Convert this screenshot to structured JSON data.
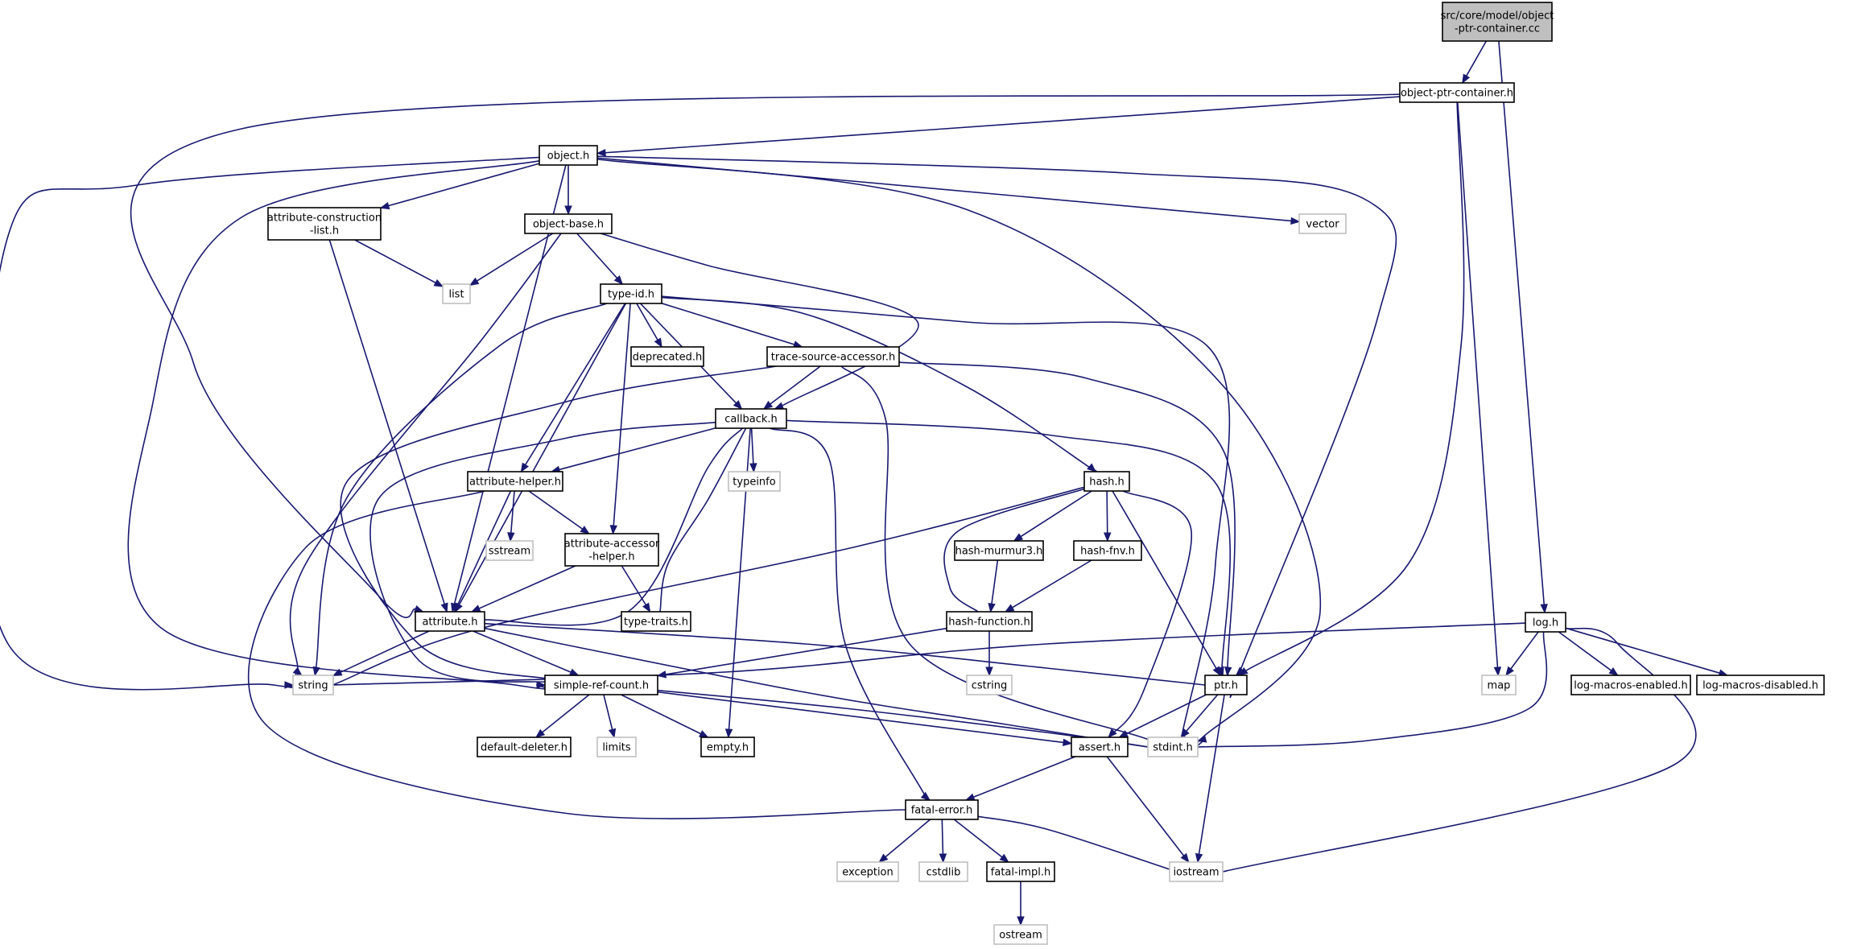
{
  "diagram": {
    "type": "include-dependency-graph",
    "colors": {
      "edge": "#191970",
      "root_fill": "#bfbfbf",
      "node_border": "#000000",
      "system_border": "#bfbfbf"
    },
    "nodes": [
      {
        "id": "root",
        "lines": [
          "src/core/model/object",
          "-ptr-container.cc"
        ],
        "kind": "root"
      },
      {
        "id": "object-ptr-container.h",
        "lines": [
          "object-ptr-container.h"
        ],
        "kind": "header"
      },
      {
        "id": "object.h",
        "lines": [
          "object.h"
        ],
        "kind": "header"
      },
      {
        "id": "log.h",
        "lines": [
          "log.h"
        ],
        "kind": "header"
      },
      {
        "id": "map",
        "lines": [
          "map"
        ],
        "kind": "system"
      },
      {
        "id": "ptr.h",
        "lines": [
          "ptr.h"
        ],
        "kind": "header"
      },
      {
        "id": "attribute.h",
        "lines": [
          "attribute.h"
        ],
        "kind": "header"
      },
      {
        "id": "vector",
        "lines": [
          "vector"
        ],
        "kind": "system"
      },
      {
        "id": "attribute-construction-list.h",
        "lines": [
          "attribute-construction",
          "-list.h"
        ],
        "kind": "header"
      },
      {
        "id": "object-base.h",
        "lines": [
          "object-base.h"
        ],
        "kind": "header"
      },
      {
        "id": "string",
        "lines": [
          "string"
        ],
        "kind": "system"
      },
      {
        "id": "simple-ref-count.h",
        "lines": [
          "simple-ref-count.h"
        ],
        "kind": "header"
      },
      {
        "id": "stdint.h",
        "lines": [
          "stdint.h"
        ],
        "kind": "system"
      },
      {
        "id": "list",
        "lines": [
          "list"
        ],
        "kind": "system"
      },
      {
        "id": "type-id.h",
        "lines": [
          "type-id.h"
        ],
        "kind": "header"
      },
      {
        "id": "callback.h",
        "lines": [
          "callback.h"
        ],
        "kind": "header"
      },
      {
        "id": "deprecated.h",
        "lines": [
          "deprecated.h"
        ],
        "kind": "header"
      },
      {
        "id": "trace-source-accessor.h",
        "lines": [
          "trace-source-accessor.h"
        ],
        "kind": "header"
      },
      {
        "id": "hash.h",
        "lines": [
          "hash.h"
        ],
        "kind": "header"
      },
      {
        "id": "attribute-helper.h",
        "lines": [
          "attribute-helper.h"
        ],
        "kind": "header"
      },
      {
        "id": "attribute-accessor-helper.h",
        "lines": [
          "attribute-accessor",
          "-helper.h"
        ],
        "kind": "header"
      },
      {
        "id": "typeinfo",
        "lines": [
          "typeinfo"
        ],
        "kind": "system"
      },
      {
        "id": "type-traits.h",
        "lines": [
          "type-traits.h"
        ],
        "kind": "header"
      },
      {
        "id": "empty.h",
        "lines": [
          "empty.h"
        ],
        "kind": "header"
      },
      {
        "id": "fatal-error.h",
        "lines": [
          "fatal-error.h"
        ],
        "kind": "header"
      },
      {
        "id": "sstream",
        "lines": [
          "sstream"
        ],
        "kind": "system"
      },
      {
        "id": "hash-murmur3.h",
        "lines": [
          "hash-murmur3.h"
        ],
        "kind": "header"
      },
      {
        "id": "hash-fnv.h",
        "lines": [
          "hash-fnv.h"
        ],
        "kind": "header"
      },
      {
        "id": "hash-function.h",
        "lines": [
          "hash-function.h"
        ],
        "kind": "header"
      },
      {
        "id": "cstring",
        "lines": [
          "cstring"
        ],
        "kind": "system"
      },
      {
        "id": "assert.h",
        "lines": [
          "assert.h"
        ],
        "kind": "header"
      },
      {
        "id": "iostream",
        "lines": [
          "iostream"
        ],
        "kind": "system"
      },
      {
        "id": "default-deleter.h",
        "lines": [
          "default-deleter.h"
        ],
        "kind": "header"
      },
      {
        "id": "limits",
        "lines": [
          "limits"
        ],
        "kind": "system"
      },
      {
        "id": "exception",
        "lines": [
          "exception"
        ],
        "kind": "system"
      },
      {
        "id": "cstdlib",
        "lines": [
          "cstdlib"
        ],
        "kind": "system"
      },
      {
        "id": "fatal-impl.h",
        "lines": [
          "fatal-impl.h"
        ],
        "kind": "header"
      },
      {
        "id": "ostream",
        "lines": [
          "ostream"
        ],
        "kind": "system"
      },
      {
        "id": "log-macros-enabled.h",
        "lines": [
          "log-macros-enabled.h"
        ],
        "kind": "header"
      },
      {
        "id": "log-macros-disabled.h",
        "lines": [
          "log-macros-disabled.h"
        ],
        "kind": "header"
      }
    ],
    "edges": [
      {
        "from": "root",
        "to": "object-ptr-container.h"
      },
      {
        "from": "root",
        "to": "log.h"
      },
      {
        "from": "object-ptr-container.h",
        "to": "object.h"
      },
      {
        "from": "object-ptr-container.h",
        "to": "attribute.h"
      },
      {
        "from": "object-ptr-container.h",
        "to": "ptr.h"
      },
      {
        "from": "object-ptr-container.h",
        "to": "map"
      },
      {
        "from": "object.h",
        "to": "attribute-construction-list.h"
      },
      {
        "from": "object.h",
        "to": "object-base.h"
      },
      {
        "from": "object.h",
        "to": "vector"
      },
      {
        "from": "object.h",
        "to": "ptr.h"
      },
      {
        "from": "object.h",
        "to": "attribute.h"
      },
      {
        "from": "object.h",
        "to": "string"
      },
      {
        "from": "object.h",
        "to": "simple-ref-count.h"
      },
      {
        "from": "object.h",
        "to": "stdint.h"
      },
      {
        "from": "attribute-construction-list.h",
        "to": "list"
      },
      {
        "from": "attribute-construction-list.h",
        "to": "attribute.h"
      },
      {
        "from": "object-base.h",
        "to": "list"
      },
      {
        "from": "object-base.h",
        "to": "type-id.h"
      },
      {
        "from": "object-base.h",
        "to": "callback.h"
      },
      {
        "from": "object-base.h",
        "to": "string"
      },
      {
        "from": "type-id.h",
        "to": "deprecated.h"
      },
      {
        "from": "type-id.h",
        "to": "trace-source-accessor.h"
      },
      {
        "from": "type-id.h",
        "to": "callback.h"
      },
      {
        "from": "type-id.h",
        "to": "hash.h"
      },
      {
        "from": "type-id.h",
        "to": "attribute-helper.h"
      },
      {
        "from": "type-id.h",
        "to": "attribute-accessor-helper.h"
      },
      {
        "from": "type-id.h",
        "to": "attribute.h"
      },
      {
        "from": "type-id.h",
        "to": "string"
      },
      {
        "from": "type-id.h",
        "to": "stdint.h"
      },
      {
        "from": "trace-source-accessor.h",
        "to": "callback.h"
      },
      {
        "from": "trace-source-accessor.h",
        "to": "ptr.h"
      },
      {
        "from": "trace-source-accessor.h",
        "to": "simple-ref-count.h"
      },
      {
        "from": "trace-source-accessor.h",
        "to": "stdint.h"
      },
      {
        "from": "callback.h",
        "to": "typeinfo"
      },
      {
        "from": "callback.h",
        "to": "attribute-helper.h"
      },
      {
        "from": "callback.h",
        "to": "ptr.h"
      },
      {
        "from": "callback.h",
        "to": "type-traits.h"
      },
      {
        "from": "callback.h",
        "to": "empty.h"
      },
      {
        "from": "callback.h",
        "to": "fatal-error.h"
      },
      {
        "from": "callback.h",
        "to": "attribute.h"
      },
      {
        "from": "callback.h",
        "to": "simple-ref-count.h"
      },
      {
        "from": "attribute-helper.h",
        "to": "sstream"
      },
      {
        "from": "attribute-helper.h",
        "to": "attribute-accessor-helper.h"
      },
      {
        "from": "attribute-helper.h",
        "to": "attribute.h"
      },
      {
        "from": "attribute-helper.h",
        "to": "fatal-error.h"
      },
      {
        "from": "attribute-accessor-helper.h",
        "to": "attribute.h"
      },
      {
        "from": "attribute-accessor-helper.h",
        "to": "type-traits.h"
      },
      {
        "from": "hash.h",
        "to": "hash-murmur3.h"
      },
      {
        "from": "hash.h",
        "to": "hash-fnv.h"
      },
      {
        "from": "hash.h",
        "to": "hash-function.h"
      },
      {
        "from": "hash.h",
        "to": "ptr.h"
      },
      {
        "from": "hash.h",
        "to": "string"
      },
      {
        "from": "hash.h",
        "to": "assert.h"
      },
      {
        "from": "hash-murmur3.h",
        "to": "hash-function.h"
      },
      {
        "from": "hash-fnv.h",
        "to": "hash-function.h"
      },
      {
        "from": "hash-function.h",
        "to": "cstring"
      },
      {
        "from": "hash-function.h",
        "to": "simple-ref-count.h"
      },
      {
        "from": "attribute.h",
        "to": "string"
      },
      {
        "from": "attribute.h",
        "to": "simple-ref-count.h"
      },
      {
        "from": "attribute.h",
        "to": "ptr.h"
      },
      {
        "from": "attribute.h",
        "to": "stdint.h"
      },
      {
        "from": "simple-ref-count.h",
        "to": "default-deleter.h"
      },
      {
        "from": "simple-ref-count.h",
        "to": "limits"
      },
      {
        "from": "simple-ref-count.h",
        "to": "empty.h"
      },
      {
        "from": "simple-ref-count.h",
        "to": "assert.h"
      },
      {
        "from": "simple-ref-count.h",
        "to": "stdint.h"
      },
      {
        "from": "ptr.h",
        "to": "assert.h"
      },
      {
        "from": "ptr.h",
        "to": "stdint.h"
      },
      {
        "from": "ptr.h",
        "to": "iostream"
      },
      {
        "from": "assert.h",
        "to": "fatal-error.h"
      },
      {
        "from": "assert.h",
        "to": "iostream"
      },
      {
        "from": "fatal-error.h",
        "to": "exception"
      },
      {
        "from": "fatal-error.h",
        "to": "cstdlib"
      },
      {
        "from": "fatal-error.h",
        "to": "fatal-impl.h"
      },
      {
        "from": "fatal-error.h",
        "to": "iostream"
      },
      {
        "from": "fatal-impl.h",
        "to": "ostream"
      },
      {
        "from": "log.h",
        "to": "string"
      },
      {
        "from": "log.h",
        "to": "map"
      },
      {
        "from": "log.h",
        "to": "stdint.h"
      },
      {
        "from": "log.h",
        "to": "log-macros-enabled.h"
      },
      {
        "from": "log.h",
        "to": "log-macros-disabled.h"
      },
      {
        "from": "log.h",
        "to": "iostream"
      }
    ]
  }
}
